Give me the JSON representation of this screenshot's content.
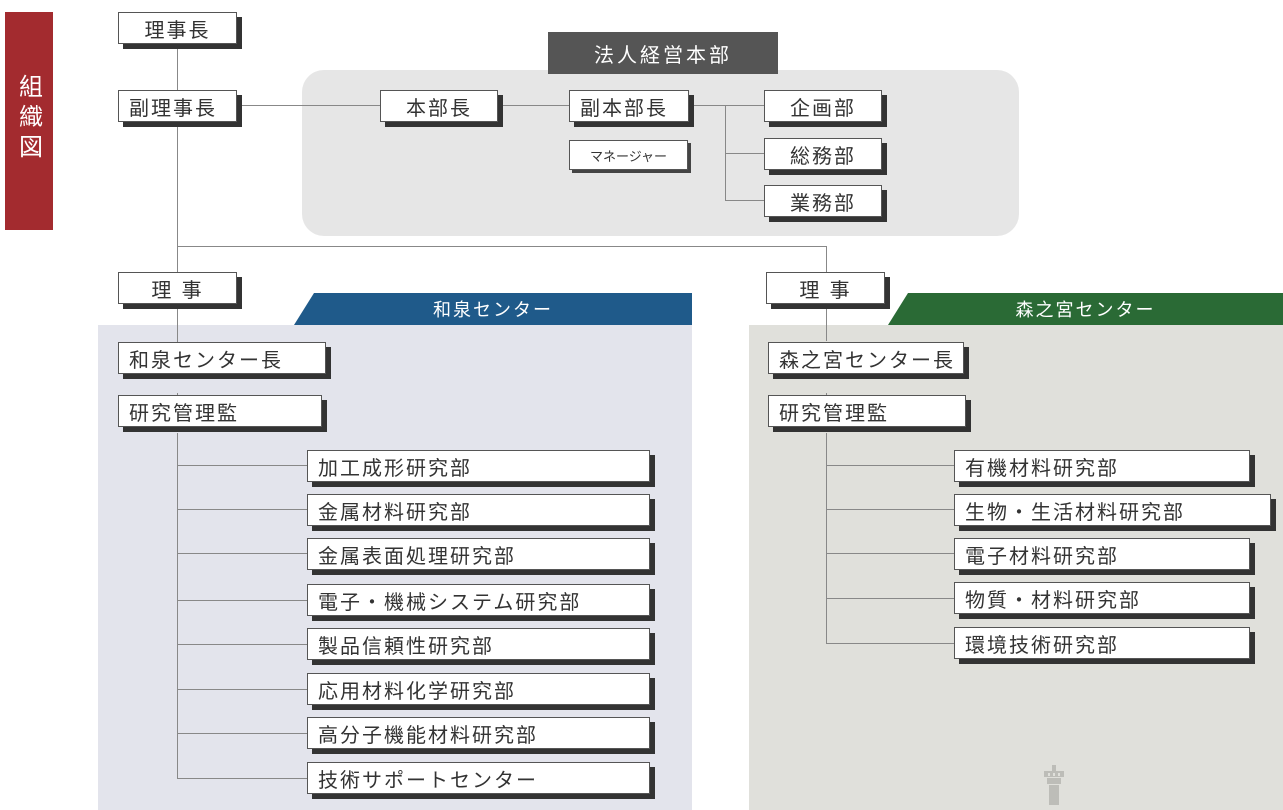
{
  "side_tab": {
    "label": "組織図"
  },
  "hq": {
    "title": "法人経営本部",
    "chairman": "理事長",
    "vice_chairman": "副理事長",
    "director_general": "本部長",
    "deputy_director_general": "副本部長",
    "manager": "マネージャー",
    "departments": [
      "企画部",
      "総務部",
      "業務部"
    ]
  },
  "izumi": {
    "director": "理 事",
    "banner": "和泉センター",
    "center_head": "和泉センター長",
    "supervisor": "研究管理監",
    "departments": [
      "加工成形研究部",
      "金属材料研究部",
      "金属表面処理研究部",
      "電子・機械システム研究部",
      "製品信頼性研究部",
      "応用材料化学研究部",
      "高分子機能材料研究部",
      "技術サポートセンター"
    ]
  },
  "morinomiya": {
    "director": "理 事",
    "banner": "森之宮センター",
    "center_head": "森之宮センター長",
    "supervisor": "研究管理監",
    "departments": [
      "有機材料研究部",
      "生物・生活材料研究部",
      "電子材料研究部",
      "物質・材料研究部",
      "環境技術研究部"
    ]
  },
  "colors": {
    "side_tab": "#a32b2f",
    "hq_title": "#555555",
    "izumi_banner": "#1f5a8a",
    "morinomiya_banner": "#2a6a35"
  }
}
